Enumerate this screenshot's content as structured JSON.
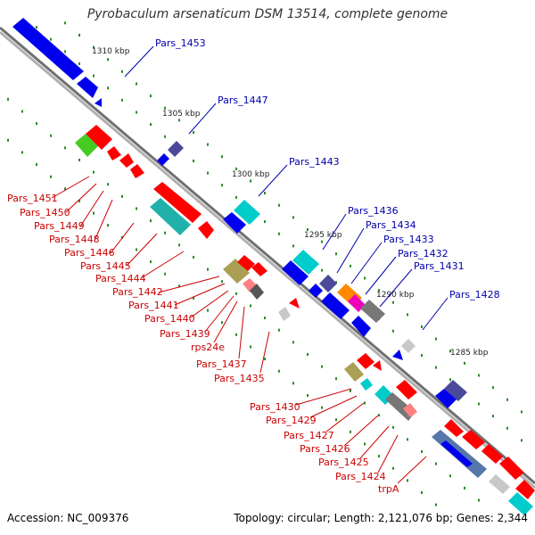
{
  "title": "Pyrobaculum arsenaticum DSM 13514, complete genome",
  "accession": "Accession: NC_009376",
  "summary": "Topology: circular; Length: 2,121,076 bp; Genes: 2,344",
  "colors": {
    "blue": "#0000ee",
    "darkblue": "#0000aa",
    "red": "#ff0000",
    "cyan": "#00cccc",
    "teal": "#20b2aa",
    "green": "#44cc22",
    "olive": "#aaa055",
    "gray": "#777777",
    "lightgray": "#c8c8c8",
    "slate": "#4a4a99",
    "orange": "#ff8800",
    "magenta": "#ee00bb",
    "pink": "#ff8080",
    "steel": "#5577aa",
    "tick_green": "#2a8a2a",
    "backbone": "#888888",
    "label_blue": "#0000aa",
    "label_red": "#cc0000"
  },
  "kbp_labels": [
    "1310 kbp",
    "1305 kbp",
    "1300 kbp",
    "1295 kbp",
    "1290 kbp",
    "1285 kbp"
  ],
  "blue_labels": [
    "Pars_1453",
    "Pars_1447",
    "Pars_1443",
    "Pars_1436",
    "Pars_1434",
    "Pars_1433",
    "Pars_1432",
    "Pars_1431",
    "Pars_1428"
  ],
  "red_labels": [
    "Pars_1451",
    "Pars_1450",
    "Pars_1449",
    "Pars_1448",
    "Pars_1446",
    "Pars_1445",
    "Pars_1444",
    "Pars_1442",
    "Pars_1441",
    "Pars_1440",
    "Pars_1439",
    "rps24e",
    "Pars_1437",
    "Pars_1435",
    "Pars_1430",
    "Pars_1429",
    "Pars_1427",
    "Pars_1426",
    "Pars_1425",
    "Pars_1424",
    "trpA"
  ]
}
